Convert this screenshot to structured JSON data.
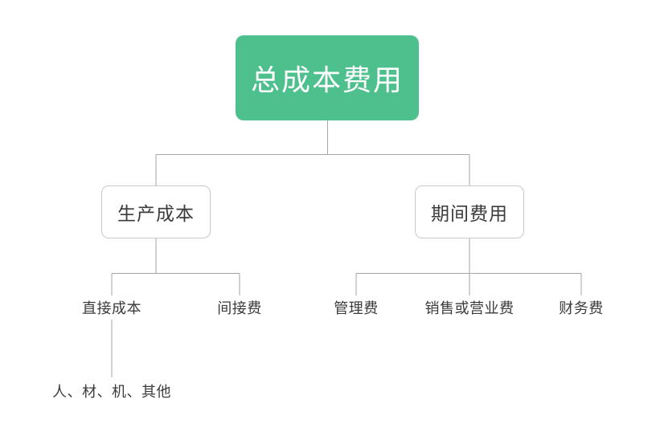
{
  "diagram": {
    "type": "tree",
    "title": "总成本费用",
    "palette": {
      "background": "#ffffff",
      "root_fill": "#4ec08d",
      "root_text": "#ffffff",
      "node_fill": "#ffffff",
      "node_border": "#c9c9c9",
      "node_text": "#3b3b3b",
      "connector": "#a6a6a6"
    },
    "root": {
      "label": "总成本费用"
    },
    "level2": [
      {
        "label": "生产成本"
      },
      {
        "label": "期间费用"
      }
    ],
    "level3": [
      {
        "label": "直接成本",
        "parent": "生产成本"
      },
      {
        "label": "间接费",
        "parent": "生产成本"
      },
      {
        "label": "管理费",
        "parent": "期间费用"
      },
      {
        "label": "销售或营业费",
        "parent": "期间费用"
      },
      {
        "label": "财务费",
        "parent": "期间费用"
      }
    ],
    "level4": [
      {
        "label": "人、材、机、其他",
        "parent": "直接成本"
      }
    ]
  }
}
